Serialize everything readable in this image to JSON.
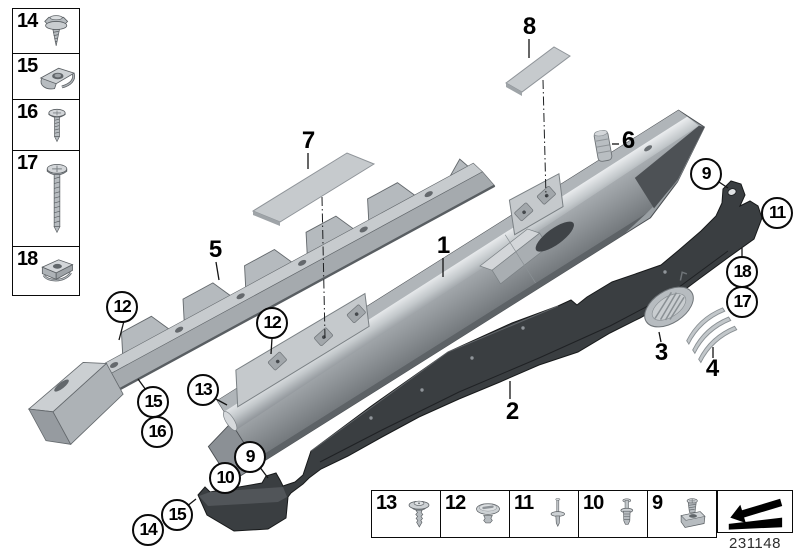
{
  "diagram": {
    "kind": "vehicle-sill-trim-parts-diagram",
    "doc_number": "231148"
  },
  "part_labels": [
    {
      "number": "1"
    },
    {
      "number": "2"
    },
    {
      "number": "3"
    },
    {
      "number": "4"
    },
    {
      "number": "5"
    },
    {
      "number": "6"
    },
    {
      "number": "7"
    },
    {
      "number": "8"
    }
  ],
  "circle_callouts": [
    {
      "number": "12"
    },
    {
      "number": "15"
    },
    {
      "number": "16"
    },
    {
      "number": "13"
    },
    {
      "number": "12"
    },
    {
      "number": "9"
    },
    {
      "number": "10"
    },
    {
      "number": "15"
    },
    {
      "number": "14"
    },
    {
      "number": "9"
    },
    {
      "number": "11"
    },
    {
      "number": "18"
    },
    {
      "number": "17"
    }
  ],
  "left_legend": [
    {
      "number": "14",
      "icon": "hex-flange-tapping-screw-icon"
    },
    {
      "number": "15",
      "icon": "cage-nut-clip-icon"
    },
    {
      "number": "16",
      "icon": "pan-head-screw-icon"
    },
    {
      "number": "17",
      "icon": "long-pan-head-screw-icon"
    },
    {
      "number": "18",
      "icon": "sheet-metal-speed-nut-icon"
    }
  ],
  "bottom_legend": [
    {
      "number": "13",
      "icon": "expanding-tree-clip-icon"
    },
    {
      "number": "12",
      "icon": "dome-head-expanding-clip-icon"
    },
    {
      "number": "11",
      "icon": "blind-rivet-icon"
    },
    {
      "number": "10",
      "icon": "expansion-rivet-icon"
    },
    {
      "number": "9",
      "icon": "screw-and-grommet-icon"
    }
  ],
  "footer": {
    "doc_number": "231148",
    "logo": "direction-of-travel-arrow-icon"
  }
}
